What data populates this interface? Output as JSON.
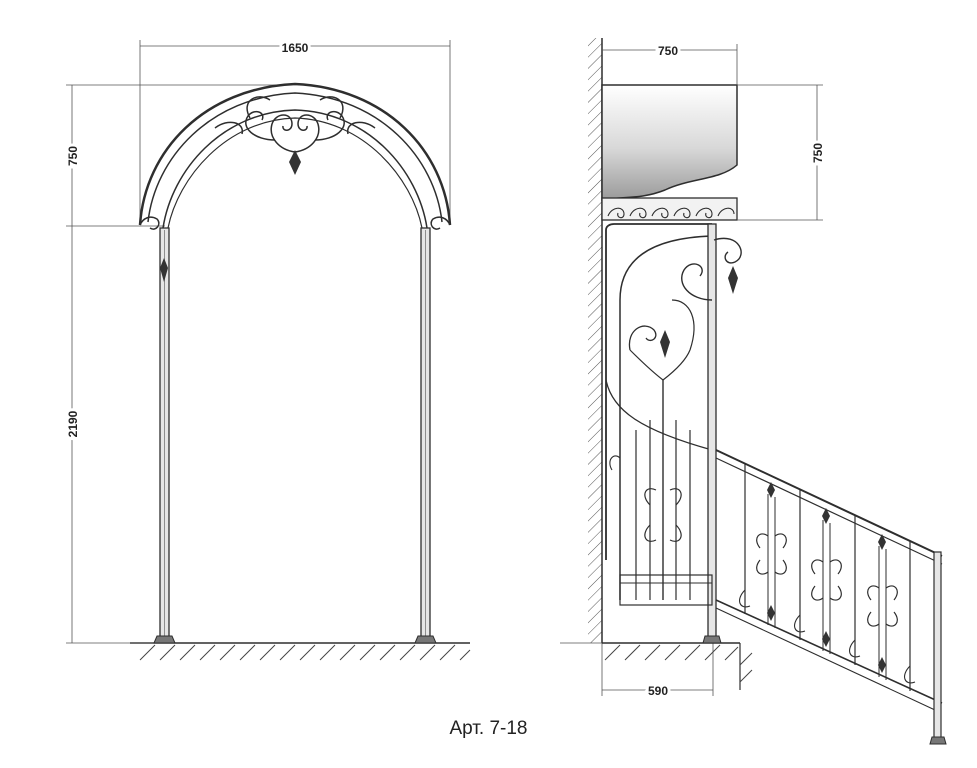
{
  "dimensions": {
    "arch_width": "1650",
    "arch_height": "750",
    "post_height": "2190",
    "canopy_depth": "750",
    "canopy_height": "750",
    "base_depth": "590"
  },
  "caption": "Арт. 7-18"
}
